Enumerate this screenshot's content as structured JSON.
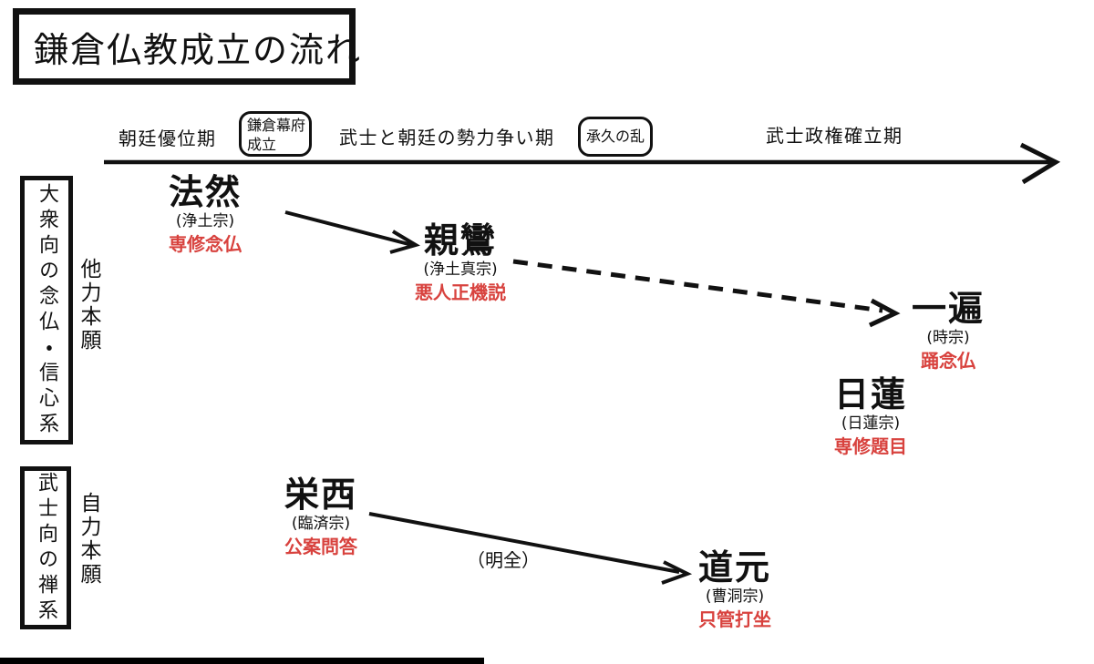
{
  "title": "鎌倉仏教成立の流れ",
  "timeline": {
    "period_labels": [
      "朝廷優位期",
      "武士と朝廷の勢力争い期",
      "武士政権確立期"
    ],
    "events": [
      {
        "text": "鎌倉幕府成立"
      },
      {
        "text": "承久の乱"
      }
    ]
  },
  "groups": [
    {
      "box_label": "大衆向の念仏・信心系",
      "side_label": "他力本願"
    },
    {
      "box_label": "武士向の禅系",
      "side_label": "自力本願"
    }
  ],
  "monks": [
    {
      "name": "法然",
      "sect": "(浄土宗)",
      "practice": "専修念仏"
    },
    {
      "name": "親鸞",
      "sect": "(浄土真宗)",
      "practice": "悪人正機説"
    },
    {
      "name": "一遍",
      "sect": "(時宗)",
      "practice": "踊念仏"
    },
    {
      "name": "日蓮",
      "sect": "(日蓮宗)",
      "practice": "専修題目"
    },
    {
      "name": "栄西",
      "sect": "(臨済宗)",
      "practice": "公案問答"
    },
    {
      "name": "道元",
      "sect": "(曹洞宗)",
      "practice": "只管打坐"
    }
  ],
  "annotations": {
    "myozen": "（明全）"
  },
  "colors": {
    "ink": "#111111",
    "practice_red": "#d8423e",
    "background": "#ffffff"
  }
}
